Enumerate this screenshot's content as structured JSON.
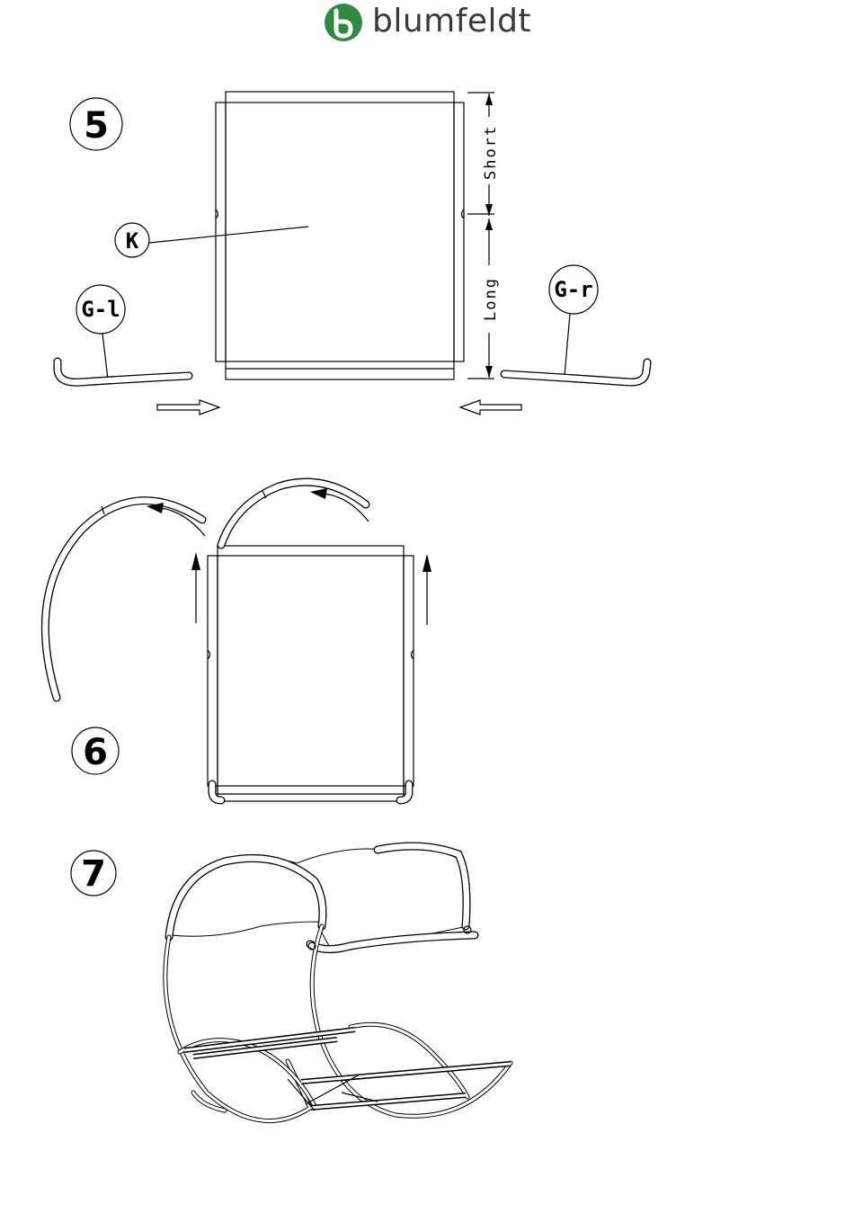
{
  "brand": {
    "name": "blumfeldt",
    "logo_color": "#2e8b3d"
  },
  "steps": [
    {
      "number": "5",
      "callouts": [
        "K",
        "G-l",
        "G-r"
      ],
      "dimensions": {
        "short": "Short",
        "long": "Long"
      }
    },
    {
      "number": "6"
    },
    {
      "number": "7"
    }
  ]
}
